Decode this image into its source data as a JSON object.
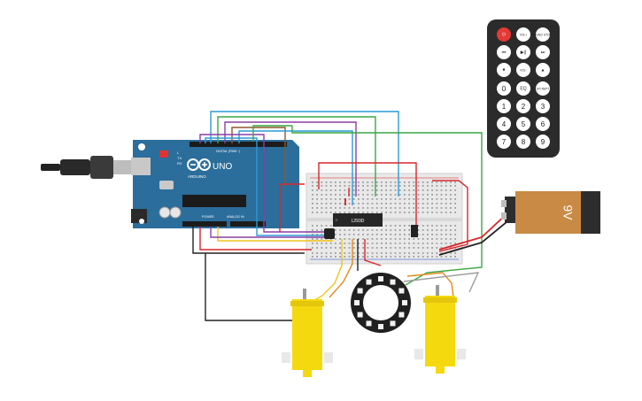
{
  "arduino": {
    "brand": "ARDUINO",
    "model": "UNO",
    "digital_label": "DIGITAL (PWM ~)",
    "power_label": "POWER",
    "analog_label": "ANALOG IN",
    "tx_label": "TX",
    "rx_label": "RX",
    "l_label": "L"
  },
  "driver_chip": {
    "label": "L293D"
  },
  "battery": {
    "label": "9V"
  },
  "remote": {
    "buttons": [
      {
        "label": "⏻",
        "kind": "power"
      },
      {
        "label": "VOL+",
        "kind": "normal"
      },
      {
        "label": "FUNC/ STOP",
        "kind": "normal"
      },
      {
        "label": "⏮",
        "kind": "normal"
      },
      {
        "label": "▶||",
        "kind": "normal"
      },
      {
        "label": "⏭",
        "kind": "normal"
      },
      {
        "label": "▼",
        "kind": "normal"
      },
      {
        "label": "VOL-",
        "kind": "normal"
      },
      {
        "label": "▲",
        "kind": "normal"
      },
      {
        "label": "0",
        "kind": "normal"
      },
      {
        "label": "EQ",
        "kind": "normal"
      },
      {
        "label": "ST/ REPT",
        "kind": "normal"
      },
      {
        "label": "1",
        "kind": "normal"
      },
      {
        "label": "2",
        "kind": "normal"
      },
      {
        "label": "3",
        "kind": "normal"
      },
      {
        "label": "4",
        "kind": "normal"
      },
      {
        "label": "5",
        "kind": "normal"
      },
      {
        "label": "6",
        "kind": "normal"
      },
      {
        "label": "7",
        "kind": "normal"
      },
      {
        "label": "8",
        "kind": "normal"
      },
      {
        "label": "9",
        "kind": "normal"
      }
    ]
  },
  "colors": {
    "board": "#2b6d9b",
    "breadboard": "#e9e9e9",
    "motor": "#f5d90f",
    "battery_body": "#c98a45",
    "battery_cap": "#2d2d2d",
    "remote": "#2b2b2b",
    "remote_button": "#ffffff",
    "remote_power": "#e53935",
    "ring": "#202020",
    "wire_red": "#d9262a",
    "wire_black": "#222222",
    "wire_blue": "#2a9bd6",
    "wire_green": "#3aa742",
    "wire_purple": "#8a3fa6",
    "wire_yellow": "#f2c318",
    "wire_orange": "#e38a1c",
    "wire_brown": "#8b5a2b",
    "wire_grey": "#9a9a9a"
  }
}
